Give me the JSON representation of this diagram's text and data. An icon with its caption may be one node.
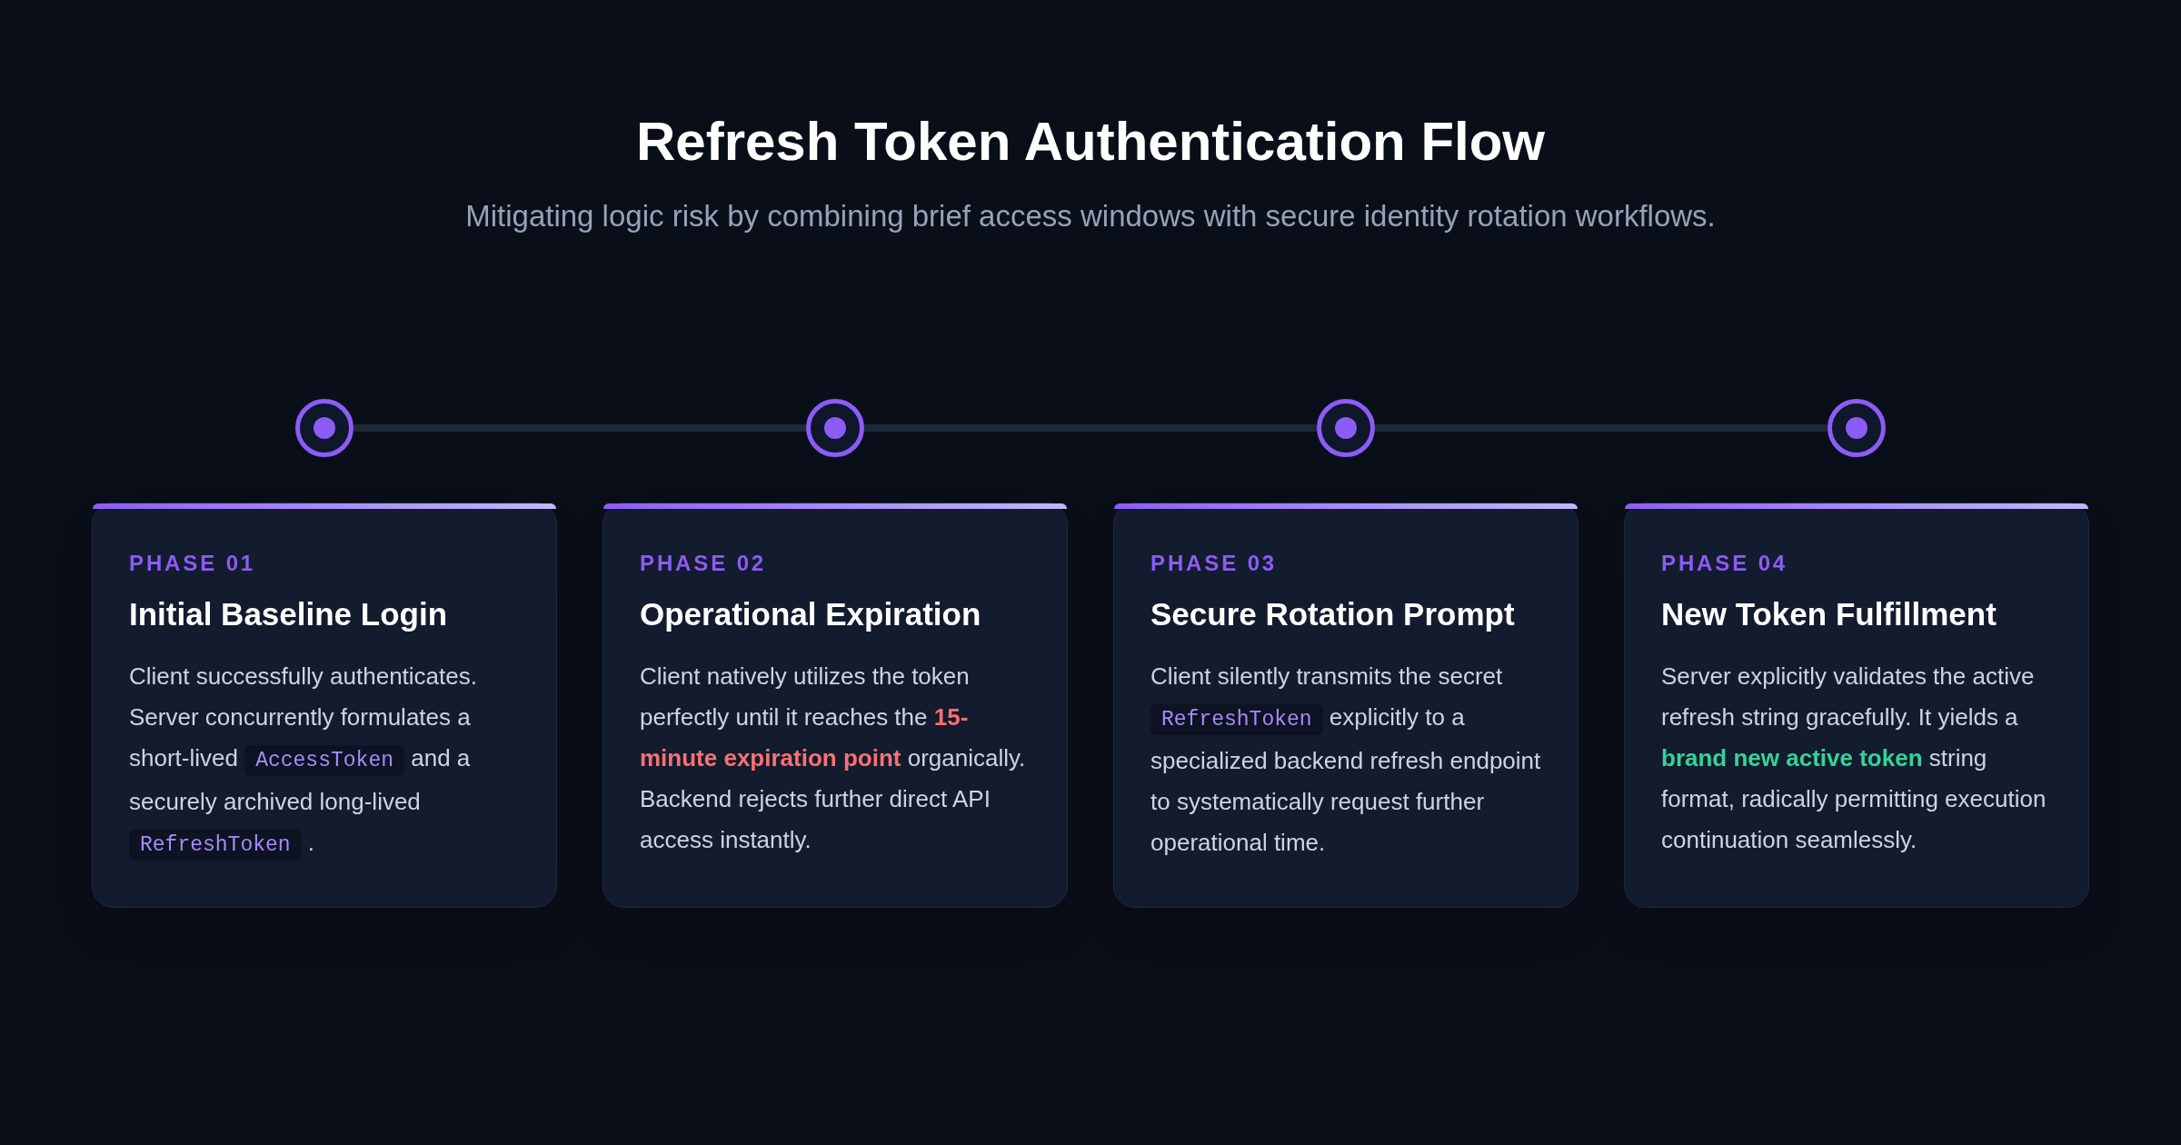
{
  "diagram": {
    "title": "Refresh Token Authentication Flow",
    "nodes": [
      {
        "text": [],
        "shape": "circle"
      },
      {
        "text": [],
        "shape": "circle"
      },
      {
        "text": [],
        "shape": "circle"
      },
      {
        "text": [],
        "shape": "circle"
      },
      {
        "text": [
          "PHASE 01",
          "Initial Baseline Login",
          "Client successfully authenticates. Server concurrently formulates a short-lived *AccessToken* and a securely archived long-lived *RefreshToken* ."
        ]
      },
      {
        "text": [
          "PHASE 02",
          "Operational Expiration",
          "Client natively utilizes the token perfectly until it reaches the **15-minute expiration point** organically. Backend rejects further direct API access instantly."
        ]
      },
      {
        "text": [
          "PHASE 03",
          "Secure Rotation Prompt",
          "Client silently transmits the secret *RefreshToken* explicitly to a specialized backend refresh endpoint to systematically request further operational time."
        ]
      },
      {
        "text": [
          "PHASE 04",
          "New Token Fulfillment",
          "Server explicitly validates the active refresh string gracefully. It yields a **brand new active token** string format, radically permitting execution continuation seamlessly."
        ]
      }
    ],
    "edges": [
      {
        "from": 0,
        "to": 1,
        "arrow": "none"
      },
      {
        "from": 1,
        "to": 2,
        "arrow": "none"
      },
      {
        "from": 2,
        "to": 3,
        "arrow": "none"
      }
    ],
    "labels": [
      "Mitigating logic risk by combining brief access windows with secure identity rotation workflows."
    ]
  }
}
